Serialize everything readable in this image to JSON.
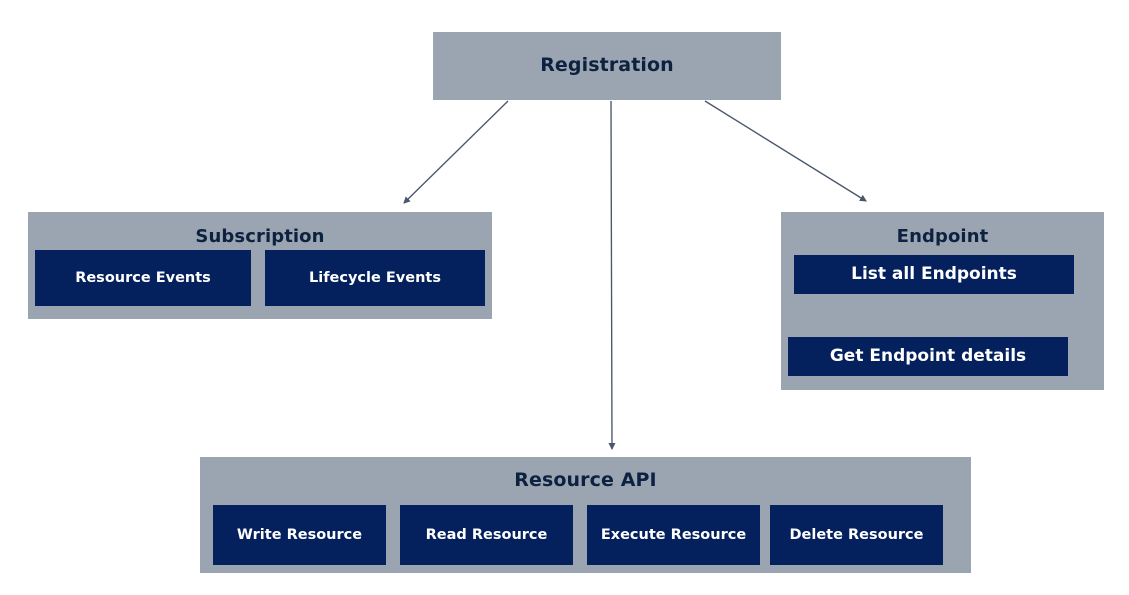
{
  "diagram": {
    "title": "Registration",
    "colors": {
      "group_background": "#9aa5b1",
      "leaf_background": "#04215e",
      "group_title_text": "#0d2240",
      "leaf_text": "#ffffff",
      "connector": "#4a566b",
      "inner_connector": "#7d8896",
      "page_background": "#ffffff"
    },
    "root": {
      "label": "Registration"
    },
    "groups": [
      {
        "id": "subscription",
        "label": "Subscription",
        "items": [
          {
            "label": "Resource Events"
          },
          {
            "label": "Lifecycle Events"
          }
        ]
      },
      {
        "id": "endpoint",
        "label": "Endpoint",
        "items": [
          {
            "label": "List all Endpoints"
          },
          {
            "label": "Get Endpoint details"
          }
        ]
      },
      {
        "id": "resource-api",
        "label": "Resource API",
        "items": [
          {
            "label": "Write Resource"
          },
          {
            "label": "Read Resource"
          },
          {
            "label": "Execute Resource"
          },
          {
            "label": "Delete Resource"
          }
        ]
      }
    ],
    "connectors": [
      {
        "id": "registration-to-subscription",
        "from": "Registration",
        "to": "Subscription"
      },
      {
        "id": "registration-to-resource-api",
        "from": "Registration",
        "to": "Resource API"
      },
      {
        "id": "registration-to-endpoint",
        "from": "Registration",
        "to": "Endpoint"
      },
      {
        "id": "list-endpoints-to-get-details",
        "from": "List all Endpoints",
        "to": "Get Endpoint details"
      }
    ]
  }
}
